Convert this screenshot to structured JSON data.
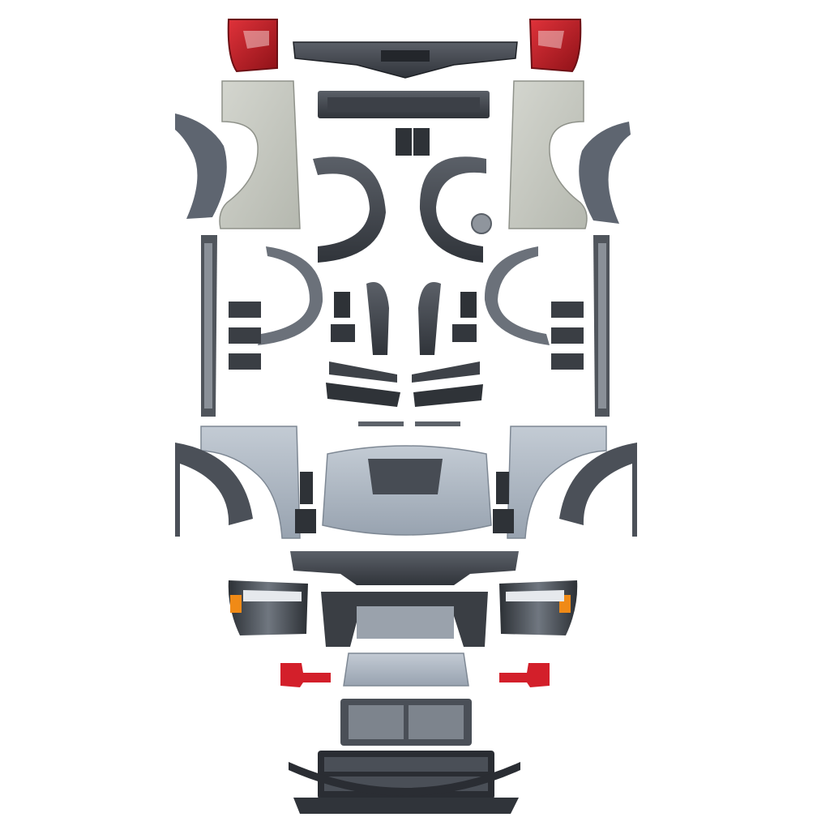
{
  "image": {
    "subject": "",
    "background": "#ffffff"
  },
  "colors": {
    "primer_light": "#b7c0ca",
    "primer_mid": "#9ea9b5",
    "panel_gray": "#c9cbc3",
    "plastic_dark": "#4a4f57",
    "plastic_black": "#2a2d33",
    "chrome": "#e6e9ed",
    "taillight_red": "#c41e26",
    "tow_hook_red": "#d31f2a",
    "amber": "#f08a16"
  },
  "parts": [
    "taillight-left",
    "taillight-right",
    "rear-bumper",
    "tailgate-panel",
    "rear-fender-left",
    "rear-fender-right",
    "rear-inner-liner-left",
    "rear-inner-liner-right",
    "bed-brackets",
    "rear-flare-left",
    "rear-flare-right",
    "fuel-door",
    "side-step-left",
    "side-step-right",
    "inner-flare-trim-left",
    "inner-flare-trim-right",
    "hinge-brackets-left",
    "hinge-brackets-right",
    "mid-brackets",
    "mud-flaps",
    "flare-extensions",
    "cowl-trims",
    "vent-trims",
    "small-trim-strips",
    "front-fender-left",
    "front-fender-right",
    "front-inner-liner-left",
    "front-inner-liner-right",
    "hood",
    "fender-brackets",
    "front-bumper-lower",
    "headlight-left",
    "headlight-right",
    "radiator-support",
    "skid-plate",
    "tow-hook-left",
    "tow-hook-right",
    "grille-frame",
    "grille",
    "front-lip-spoiler",
    "lower-valance"
  ]
}
